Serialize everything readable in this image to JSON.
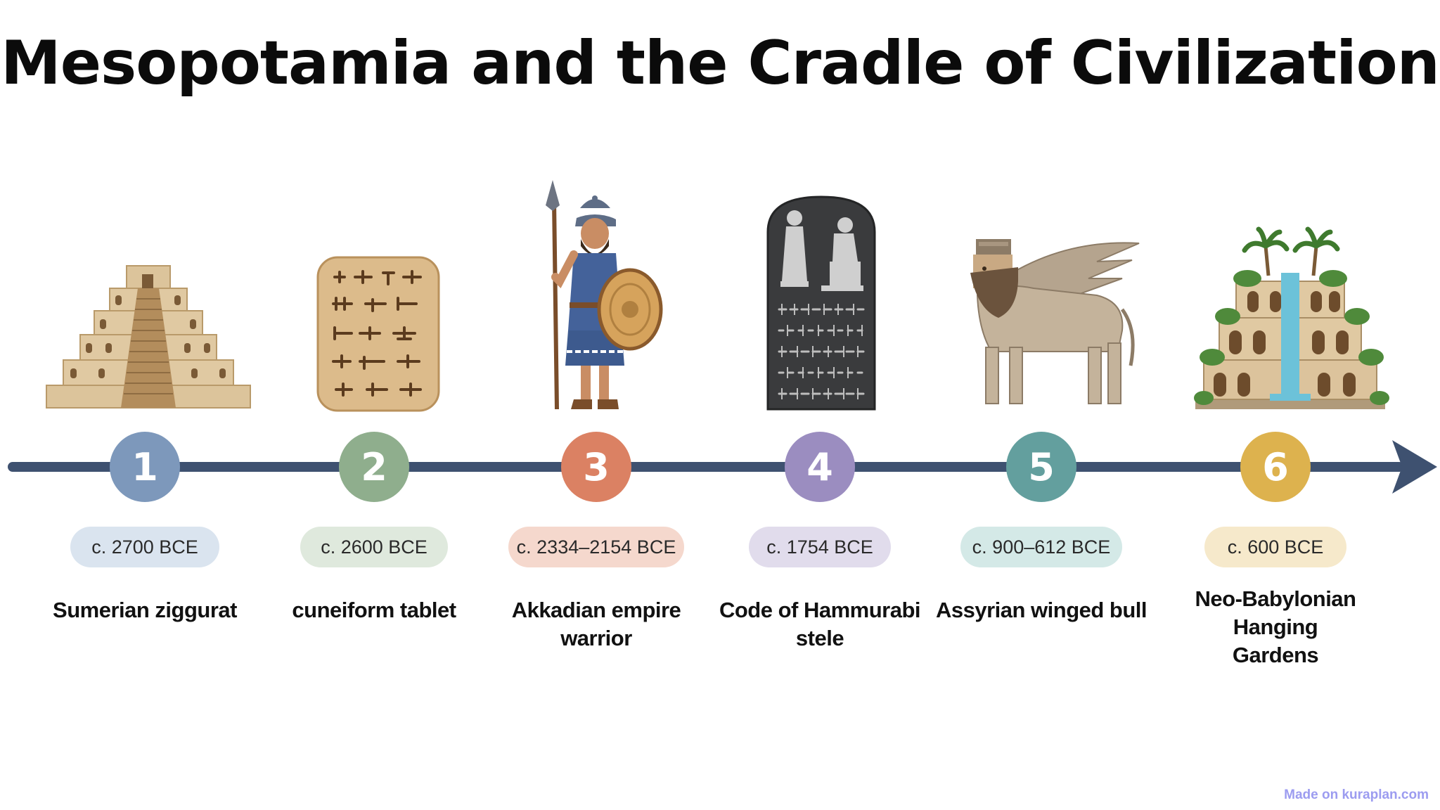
{
  "title": "Mesopotamia and the Cradle of Civilization",
  "footer": "Made on kuraplan.com",
  "colors": {
    "timeline": "#3e5170",
    "text": "#111111"
  },
  "events": [
    {
      "number": "1",
      "date": "c. 2700 BCE",
      "label": "Sumerian ziggurat",
      "icon": "ziggurat-icon",
      "badge_color": "#7d98bb",
      "pill_color": "#dae4ef"
    },
    {
      "number": "2",
      "date": "c. 2600 BCE",
      "label": "cuneiform tablet",
      "icon": "cuneiform-tablet-icon",
      "badge_color": "#8fae8d",
      "pill_color": "#dfe9dd"
    },
    {
      "number": "3",
      "date": "c. 2334–2154 BCE",
      "label": "Akkadian empire warrior",
      "icon": "warrior-icon",
      "badge_color": "#db8163",
      "pill_color": "#f5d8cd"
    },
    {
      "number": "4",
      "date": "c. 1754 BCE",
      "label": "Code of Hammurabi stele",
      "icon": "stele-icon",
      "badge_color": "#9b8dc0",
      "pill_color": "#e1dcec"
    },
    {
      "number": "5",
      "date": "c. 900–612 BCE",
      "label": "Assyrian winged bull",
      "icon": "winged-bull-icon",
      "badge_color": "#639f9e",
      "pill_color": "#d4e9e7"
    },
    {
      "number": "6",
      "date": "c. 600 BCE",
      "label": "Neo-Babylonian Hanging Gardens",
      "icon": "hanging-gardens-icon",
      "badge_color": "#ddb24e",
      "pill_color": "#f6e9cb"
    }
  ]
}
